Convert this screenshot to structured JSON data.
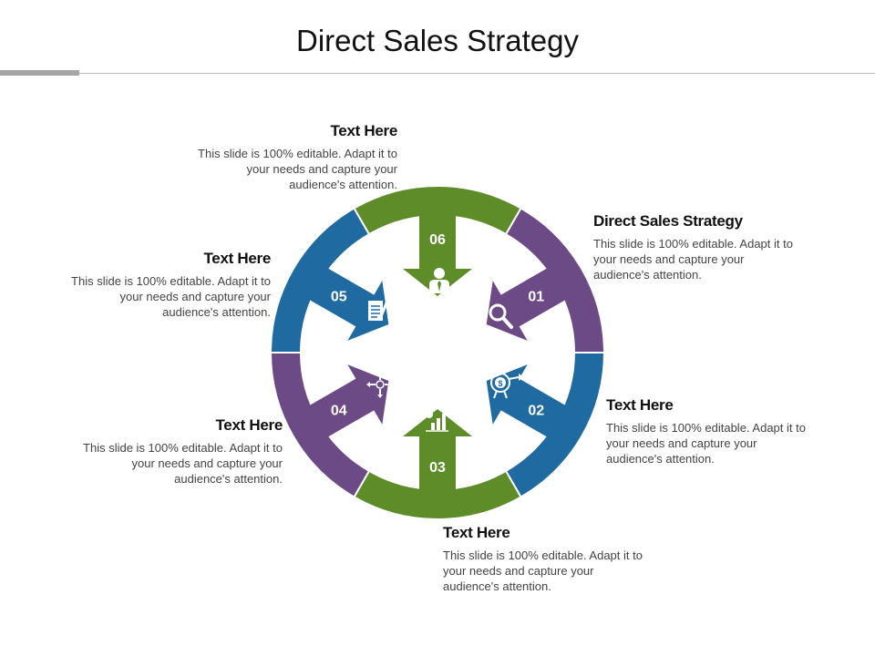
{
  "title": "Direct Sales Strategy",
  "colors": {
    "green": "#5d8c28",
    "blue": "#1f6aa0",
    "purple": "#6b4a86"
  },
  "segments": [
    {
      "number": "01",
      "color": "purple",
      "icon": "magnifier-icon"
    },
    {
      "number": "02",
      "color": "blue",
      "icon": "target-dollar-icon"
    },
    {
      "number": "03",
      "color": "green",
      "icon": "bar-chart-icon"
    },
    {
      "number": "04",
      "color": "purple",
      "icon": "arrows-out-icon"
    },
    {
      "number": "05",
      "color": "blue",
      "icon": "document-pen-icon"
    },
    {
      "number": "06",
      "color": "green",
      "icon": "businessman-icon"
    }
  ],
  "blocks": {
    "b01": {
      "heading": "Direct Sales Strategy",
      "body": "This slide is 100% editable. Adapt it to your needs and capture your audience's attention."
    },
    "b02": {
      "heading": "Text Here",
      "body": "This slide is 100% editable. Adapt it to your needs and capture your audience's attention."
    },
    "b03": {
      "heading": "Text Here",
      "body": "This slide is 100% editable. Adapt it to your needs and capture your audience's attention."
    },
    "b04": {
      "heading": "Text Here",
      "body": "This slide is 100% editable. Adapt it to your needs and capture your audience's attention."
    },
    "b05": {
      "heading": "Text Here",
      "body": "This slide is 100% editable. Adapt it to your needs and capture your audience's attention."
    },
    "b06": {
      "heading": "Text Here",
      "body": "This slide is 100% editable. Adapt it to your needs and capture your audience's attention."
    }
  }
}
